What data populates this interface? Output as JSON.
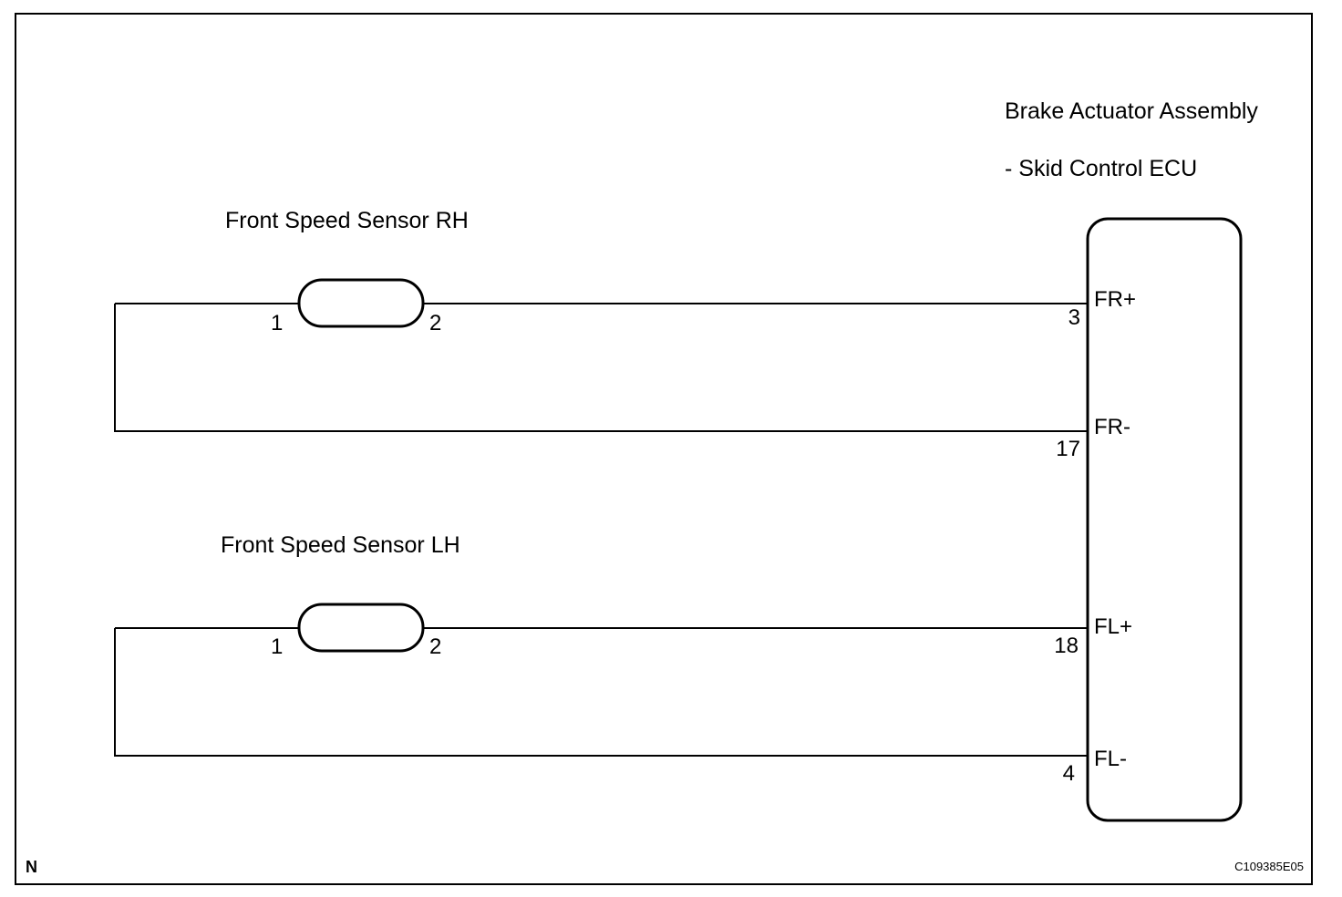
{
  "ecu": {
    "title_line1": "Brake Actuator Assembly",
    "title_line2": "- Skid Control ECU",
    "pins": [
      {
        "name": "FR+",
        "number": "3"
      },
      {
        "name": "FR-",
        "number": "17"
      },
      {
        "name": "FL+",
        "number": "18"
      },
      {
        "name": "FL-",
        "number": "4"
      }
    ]
  },
  "sensors": [
    {
      "label": "Front Speed Sensor RH",
      "pin_left": "1",
      "pin_right": "2"
    },
    {
      "label": "Front Speed Sensor LH",
      "pin_left": "1",
      "pin_right": "2"
    }
  ],
  "corner_letter": "N",
  "figure_code": "C109385E05",
  "colors": {
    "line": "#000000",
    "background": "#ffffff"
  }
}
